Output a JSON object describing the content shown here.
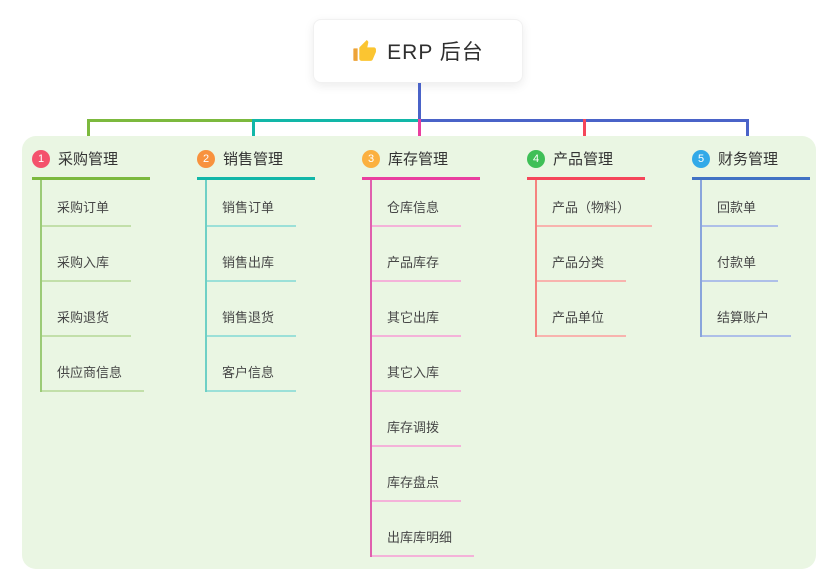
{
  "root": {
    "label": "ERP 后台",
    "icon": "thumbs-up-icon",
    "card_color": "#ffffff",
    "connector_color": "#4a63c8"
  },
  "branches": [
    {
      "index": "1",
      "label": "采购管理",
      "badge_color": "#f4526c",
      "line_color": "#7cb93e",
      "spine_color": "#9ccb77",
      "light_color": "#c2dfa9",
      "children": [
        "采购订单",
        "采购入库",
        "采购退货",
        "供应商信息"
      ]
    },
    {
      "index": "2",
      "label": "销售管理",
      "badge_color": "#f8923e",
      "line_color": "#12b7a8",
      "spine_color": "#6fd0c5",
      "light_color": "#9be0d8",
      "children": [
        "销售订单",
        "销售出库",
        "销售退货",
        "客户信息"
      ]
    },
    {
      "index": "3",
      "label": "库存管理",
      "badge_color": "#fbb040",
      "line_color": "#e93f9f",
      "spine_color": "#e060ae",
      "light_color": "#f4b2d9",
      "children": [
        "仓库信息",
        "产品库存",
        "其它出库",
        "其它入库",
        "库存调拨",
        "库存盘点",
        "出库库明细"
      ]
    },
    {
      "index": "4",
      "label": "产品管理",
      "badge_color": "#3fbf57",
      "line_color": "#f5465a",
      "spine_color": "#f5837f",
      "light_color": "#f8b3ae",
      "children": [
        "产品（物料）",
        "产品分类",
        "产品单位"
      ]
    },
    {
      "index": "5",
      "label": "财务管理",
      "badge_color": "#32a9e8",
      "line_color": "#4272c4",
      "spine_color": "#8aa5dc",
      "light_color": "#aebfe8",
      "children": [
        "回款单",
        "付款单",
        "结算账户"
      ]
    }
  ],
  "panel_color": "#eaf6e3"
}
